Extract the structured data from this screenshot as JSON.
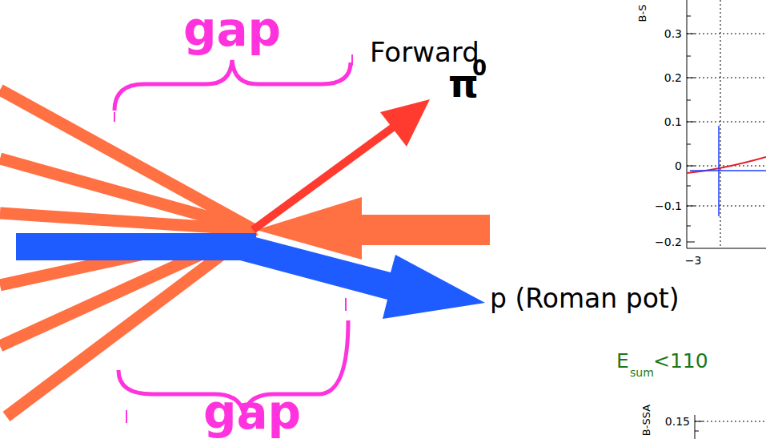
{
  "diagram": {
    "labels": [
      "gap",
      "gap",
      "Forward",
      "π",
      "0",
      "p (Roman pot)",
      "E",
      "sum",
      "<110",
      "B-S",
      "0.3",
      "0.2",
      "0.1",
      "0",
      "−0.1",
      "−0.2",
      "−3",
      "B-SSA",
      "0.15"
    ]
  }
}
